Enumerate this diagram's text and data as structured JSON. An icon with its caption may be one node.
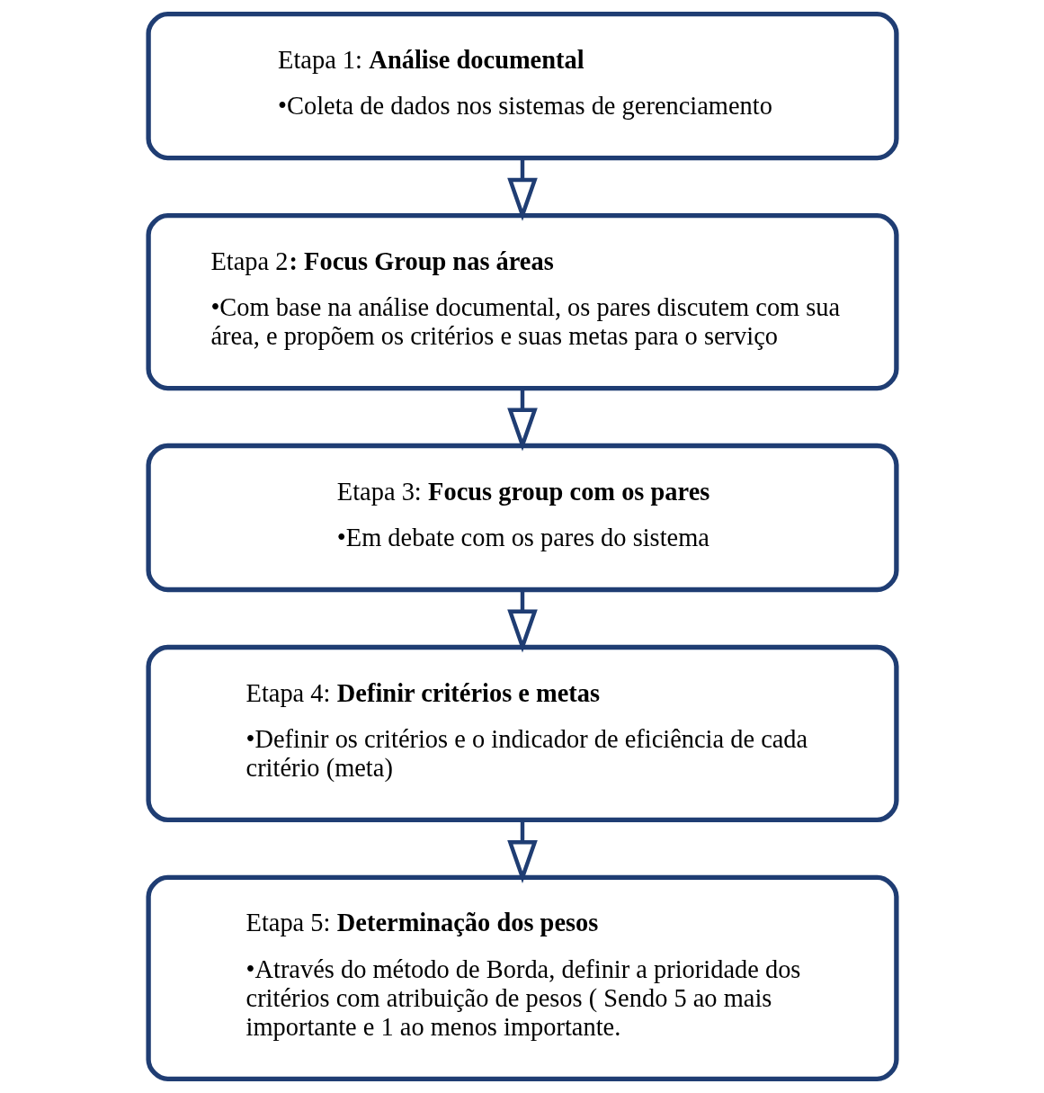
{
  "diagram": {
    "nodes": [
      {
        "text": [
          "Etapa 1: **Análise documental**",
          "•Coleta de dados nos sistemas de gerenciamento"
        ]
      },
      {
        "text": [
          "Etapa 2**: Focus Group nas áreas**",
          "•Com base na análise documental, os pares discutem com sua área, e propõem os critérios e suas metas para o serviço"
        ]
      },
      {
        "text": [
          "Etapa 3: **Focus group com os pares**",
          "•Em debate com os pares do sistema"
        ]
      },
      {
        "text": [
          "Etapa 4: **Definir critérios e metas**",
          "•Definir os critérios e o indicador de eficiência de cada critério (meta)"
        ]
      },
      {
        "text": [
          "Etapa 5: **Determinação dos pesos**",
          "•Através do método de Borda, definir a prioridade dos critérios com atribuição de pesos ( Sendo 5 ao mais importante e 1 ao menos importante."
        ]
      }
    ],
    "edges": [
      {
        "from": 0,
        "to": 1,
        "arrow": "to"
      },
      {
        "from": 1,
        "to": 2,
        "arrow": "to"
      },
      {
        "from": 2,
        "to": 3,
        "arrow": "to"
      },
      {
        "from": 3,
        "to": 4,
        "arrow": "to"
      }
    ]
  }
}
